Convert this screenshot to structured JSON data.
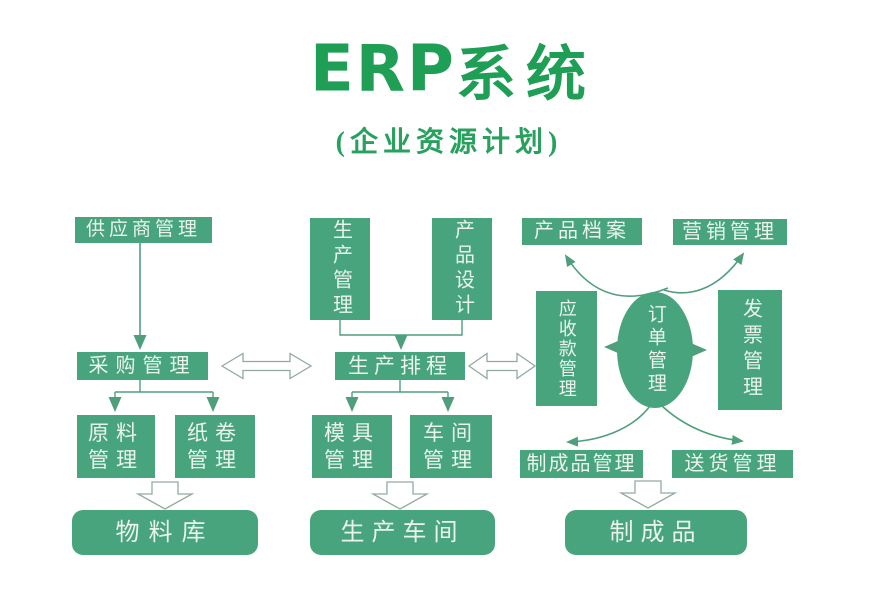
{
  "header": {
    "title_latin": "ERP",
    "title_cjk": "系统",
    "subtitle": "(企业资源计划)"
  },
  "colors": {
    "title_green": "#1f9e55",
    "node_green": "#48a47d",
    "node_text": "#eaf4ec",
    "connector_green": "#4f9f7c",
    "hollow_arrow_outline": "#93ab9e",
    "background": "#ffffff"
  },
  "nodes": {
    "supplier_mgmt": {
      "label": "供应商管理"
    },
    "purchasing_mgmt": {
      "label": "采购管理"
    },
    "raw_material_mgmt": {
      "label": "原料\n管理"
    },
    "paper_roll_mgmt": {
      "label": "纸卷\n管理"
    },
    "material_warehouse": {
      "label": "物料库"
    },
    "production_mgmt": {
      "label": "生产管理"
    },
    "product_design": {
      "label": "产品设计"
    },
    "production_scheduling": {
      "label": "生产排程"
    },
    "mold_mgmt": {
      "label": "模具\n管理"
    },
    "workshop_mgmt": {
      "label": "车间\n管理"
    },
    "production_workshop": {
      "label": "生产车间"
    },
    "product_archive": {
      "label": "产品档案"
    },
    "marketing_mgmt": {
      "label": "营销管理"
    },
    "accounts_receivable_mgmt": {
      "label": "应收款管理"
    },
    "order_mgmt": {
      "label": "订单管理"
    },
    "invoice_mgmt": {
      "label": "发票管理"
    },
    "finished_goods_mgmt": {
      "label": "制成品管理"
    },
    "delivery_mgmt": {
      "label": "送货管理"
    },
    "finished_goods": {
      "label": "制成品"
    }
  }
}
